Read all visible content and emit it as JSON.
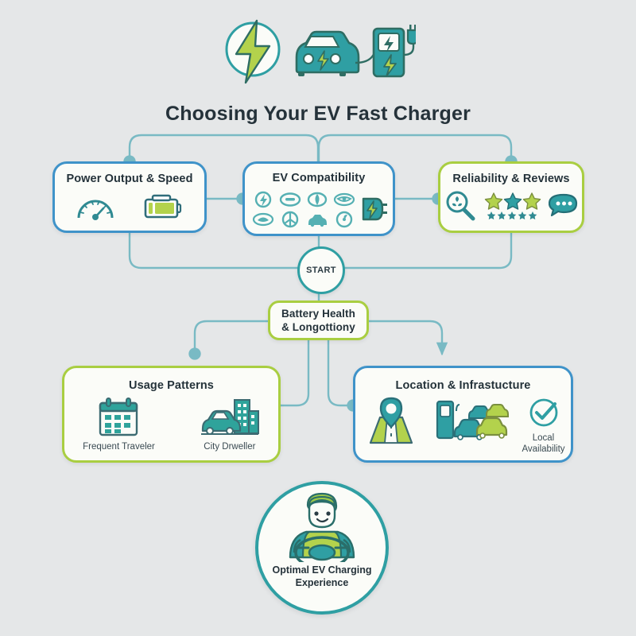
{
  "page": {
    "title": "Choosing Your EV Fast Charger",
    "background_color": "#e5e7e8"
  },
  "colors": {
    "teal": "#2f9fa3",
    "teal_dark": "#237e86",
    "green": "#a9ce41",
    "blue": "#3f93c9",
    "connector": "#79bac4",
    "text": "#25323a",
    "card_bg": "#fbfcf8"
  },
  "header": {
    "icons": [
      {
        "name": "lightning-bolt-circle-icon",
        "label": "lightning-bolt-circle"
      },
      {
        "name": "ev-car-icon",
        "label": "electric-car"
      },
      {
        "name": "charging-station-icon",
        "label": "charging-station"
      }
    ]
  },
  "start_badge": {
    "label": "START"
  },
  "nodes": {
    "power": {
      "title": "Power Output & Speed",
      "border": "blue",
      "icons": [
        {
          "name": "speedometer-icon",
          "label": "speedometer"
        },
        {
          "name": "battery-icon",
          "label": "battery"
        }
      ]
    },
    "compatibility": {
      "title": "EV Compatibility",
      "border": "blue",
      "icons": [
        {
          "name": "brand-logo-bolt-icon",
          "label": "brand-bolt"
        },
        {
          "name": "brand-logo-oval-icon",
          "label": "brand-oval"
        },
        {
          "name": "brand-logo-leaf-icon",
          "label": "brand-leaf"
        },
        {
          "name": "brand-logo-wings-icon",
          "label": "brand-wings"
        },
        {
          "name": "brand-logo-crown-icon",
          "label": "brand-crown"
        },
        {
          "name": "brand-logo-cross-icon",
          "label": "brand-cross"
        },
        {
          "name": "brand-logo-car-icon",
          "label": "brand-car"
        },
        {
          "name": "brand-logo-swirl-icon",
          "label": "brand-swirl"
        },
        {
          "name": "plug-icon",
          "label": "plug"
        }
      ]
    },
    "reliability": {
      "title": "Reliability & Reviews",
      "border": "green",
      "icons": [
        {
          "name": "magnifier-search-icon",
          "label": "magnifier"
        },
        {
          "name": "star-rating-icon",
          "label": "three-stars"
        },
        {
          "name": "five-star-row-icon",
          "label": "five-small-stars"
        },
        {
          "name": "speech-bubble-icon",
          "label": "speech-bubble"
        }
      ],
      "star_count": 3,
      "small_star_count": 5
    },
    "battery_health": {
      "title_line1": "Battery Health",
      "title_line2": "& Longottiony",
      "border": "green"
    },
    "usage": {
      "title": "Usage Patterns",
      "border": "green",
      "items": [
        {
          "name": "calendar-icon",
          "label": "Frequent Traveler"
        },
        {
          "name": "city-car-icon",
          "label": "City Drweller"
        }
      ]
    },
    "location": {
      "title": "Location & Infrastucture",
      "border": "blue",
      "items": [
        {
          "name": "map-pin-icon",
          "label": ""
        },
        {
          "name": "charging-lot-icon",
          "label": ""
        },
        {
          "name": "check-circle-icon",
          "label_line1": "Local",
          "label_line2": "Availability"
        }
      ]
    }
  },
  "outcome": {
    "label_line1": "Optimal EV Charging",
    "label_line2": "Experience",
    "icon": {
      "name": "happy-driver-icon",
      "label": "driver-at-wheel"
    }
  }
}
